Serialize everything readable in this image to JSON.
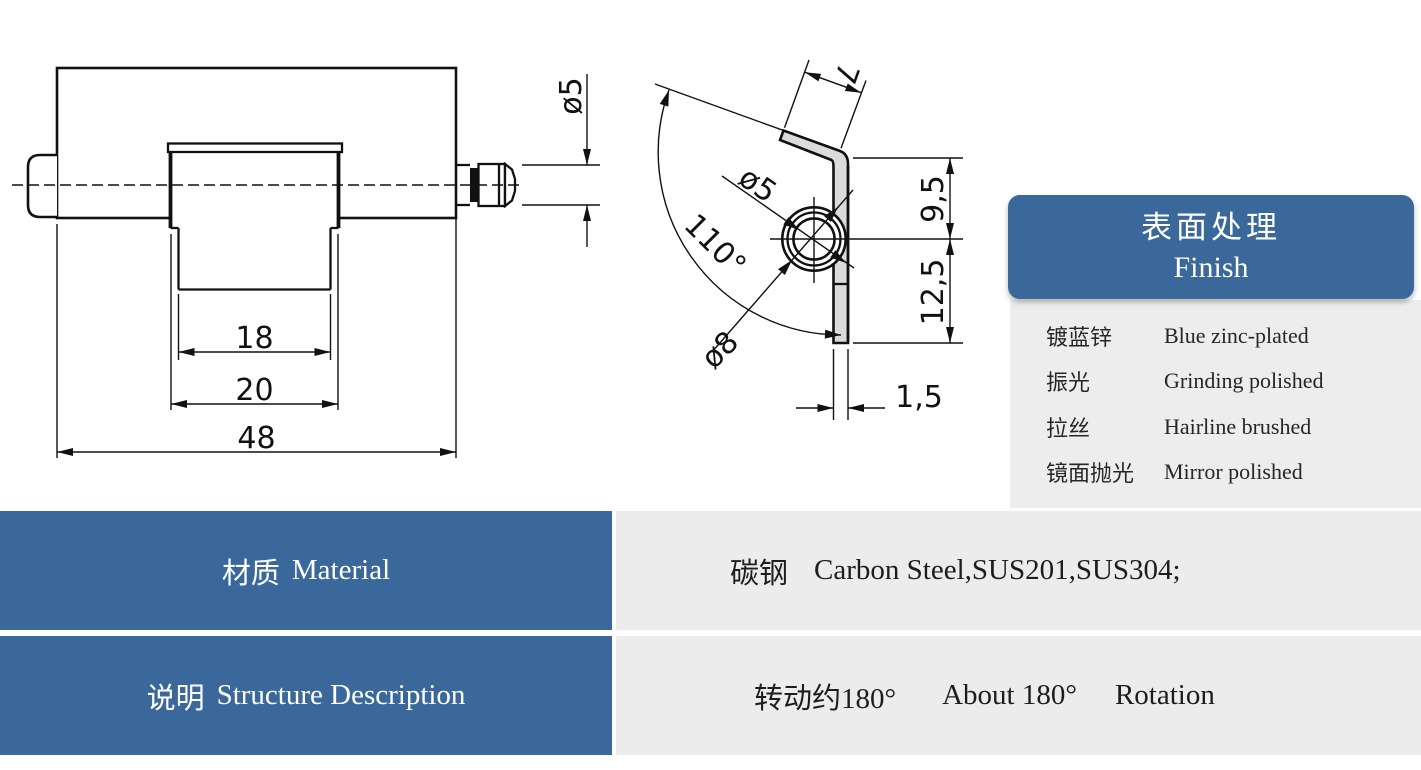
{
  "front_view": {
    "dia5": "ø5",
    "d18": "18",
    "d20": "20",
    "d48": "48"
  },
  "side_view": {
    "d7": "7",
    "dia5": "ø5",
    "dia8": "ø8",
    "angle": "110°",
    "d9_5": "9,5",
    "d12_5": "12,5",
    "d1_5": "1,5"
  },
  "finish_panel": {
    "title_cn": "表面处理",
    "title_en": "Finish",
    "rows": [
      {
        "cn": "镀蓝锌",
        "en": "Blue zinc-plated"
      },
      {
        "cn": "振光",
        "en": "Grinding polished"
      },
      {
        "cn": "拉丝",
        "en": "Hairline brushed"
      },
      {
        "cn": "镜面抛光",
        "en": "Mirror polished"
      }
    ]
  },
  "spec_table": {
    "rows": [
      {
        "label_cn": "材质",
        "label_en": "Material",
        "parts": [
          "碳钢",
          "Carbon Steel,SUS201,SUS304;"
        ]
      },
      {
        "label_cn": "说明",
        "label_en": "Structure Description",
        "parts": [
          "转动约180°",
          "About 180°",
          "Rotation"
        ]
      }
    ]
  },
  "colors": {
    "accent_blue": "#3A689B",
    "cell_gray": "#ECECEC",
    "panel_gray": "#EDEDED",
    "line_black": "#111111",
    "plate_fill": "#DBDBDB"
  }
}
